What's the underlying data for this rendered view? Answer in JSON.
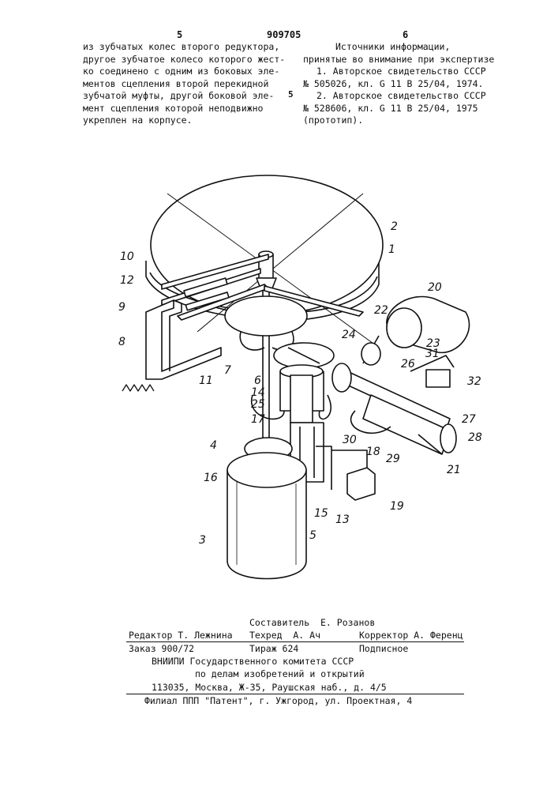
{
  "header": {
    "page_left": "5",
    "patent_no": "909705",
    "page_right": "6",
    "margin_num": "5"
  },
  "left_col": [
    "из зубчатых колес второго редуктора,",
    "другое зубчатое колесо которого жест-",
    "ко соединено с одним из боковых эле-",
    "ментов сцепления второй перекидной",
    "зубчатой муфты, другой боковой эле-",
    "мент сцепления которой неподвижно",
    "укреплен на корпусе."
  ],
  "right_col": [
    "Источники информации,",
    "принятые во внимание при экспертизе",
    "1. Авторское свидетельство СССР",
    "№ 505026, кл. G 11 B 25/04, 1974.",
    "2. Авторское свидетельство СССР",
    "№ 528606, кл. G 11 B 25/04, 1975",
    "(прототип)."
  ],
  "figure_labels": [
    "1",
    "2",
    "3",
    "4",
    "5",
    "6",
    "7",
    "8",
    "9",
    "10",
    "11",
    "12",
    "13",
    "14",
    "15",
    "16",
    "17",
    "18",
    "19",
    "20",
    "21",
    "22",
    "23",
    "24",
    "25",
    "26",
    "27",
    "28",
    "29",
    "30",
    "31",
    "32"
  ],
  "imprint": {
    "compiler": "Составитель  Е. Розанов",
    "editor": "Редактор Т. Лежнина",
    "techred": "Техред  А. Ач",
    "corrector": "Корректор А. Ференц",
    "order": "Заказ 900/72",
    "run": "Тираж 624",
    "subscr": "Подписное",
    "org1": "ВНИИПИ Государственного комитета СССР",
    "org2": "по делам изобретений и открытий",
    "addr": "113035, Москва, Ж-35, Раушская наб., д. 4/5",
    "branch": "Филиал ППП \"Патент\", г. Ужгород, ул. Проектная, 4"
  }
}
